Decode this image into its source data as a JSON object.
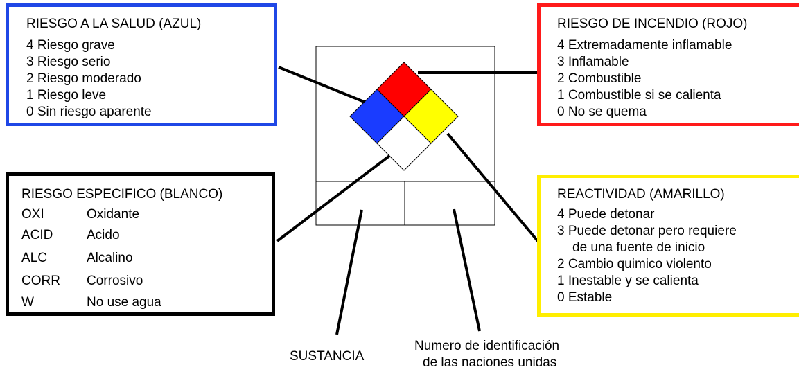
{
  "salud": {
    "title": "RIESGO A LA SALUD (AZUL)",
    "items": [
      "4  Riesgo grave",
      "3  Riesgo serio",
      "2  Riesgo moderado",
      "1  Riesgo leve",
      "0  Sin riesgo aparente"
    ],
    "color": "#1f47e6"
  },
  "incendio": {
    "title": "RIESGO DE INCENDIO (ROJO)",
    "items": [
      "4  Extremadamente  inflamable",
      "3  Inflamable",
      "2  Combustible",
      "1  Combustible si se calienta",
      "0  No se quema"
    ],
    "color": "#ff1a1a"
  },
  "especifico": {
    "title": "RIESGO ESPECIFICO (BLANCO)",
    "rows": [
      {
        "code": "OXI",
        "desc": "Oxidante"
      },
      {
        "code": "ACID",
        "desc": "Acido"
      },
      {
        "code": "ALC",
        "desc": "Alcalino"
      },
      {
        "code": "CORR",
        "desc": "Corrosivo"
      },
      {
        "code": "W",
        "desc": "No use agua"
      }
    ],
    "color": "#000000"
  },
  "reactividad": {
    "title": "REACTIVIDAD (AMARILLO)",
    "items": [
      "4  Puede detonar",
      "3  Puede detonar pero requiere",
      "de una fuente de inicio",
      "2  Cambio quimico violento",
      "1  Inestable y se calienta",
      "0  Estable"
    ],
    "color": "#ffee00"
  },
  "captions": {
    "sustancia": "SUSTANCIA",
    "numero_line1": "Numero de identificación",
    "numero_line2": "de las naciones unidas"
  },
  "diamond_colors": {
    "top": "#ff0000",
    "left": "#1a3cff",
    "right": "#ffff00",
    "bottom": "#ffffff"
  }
}
